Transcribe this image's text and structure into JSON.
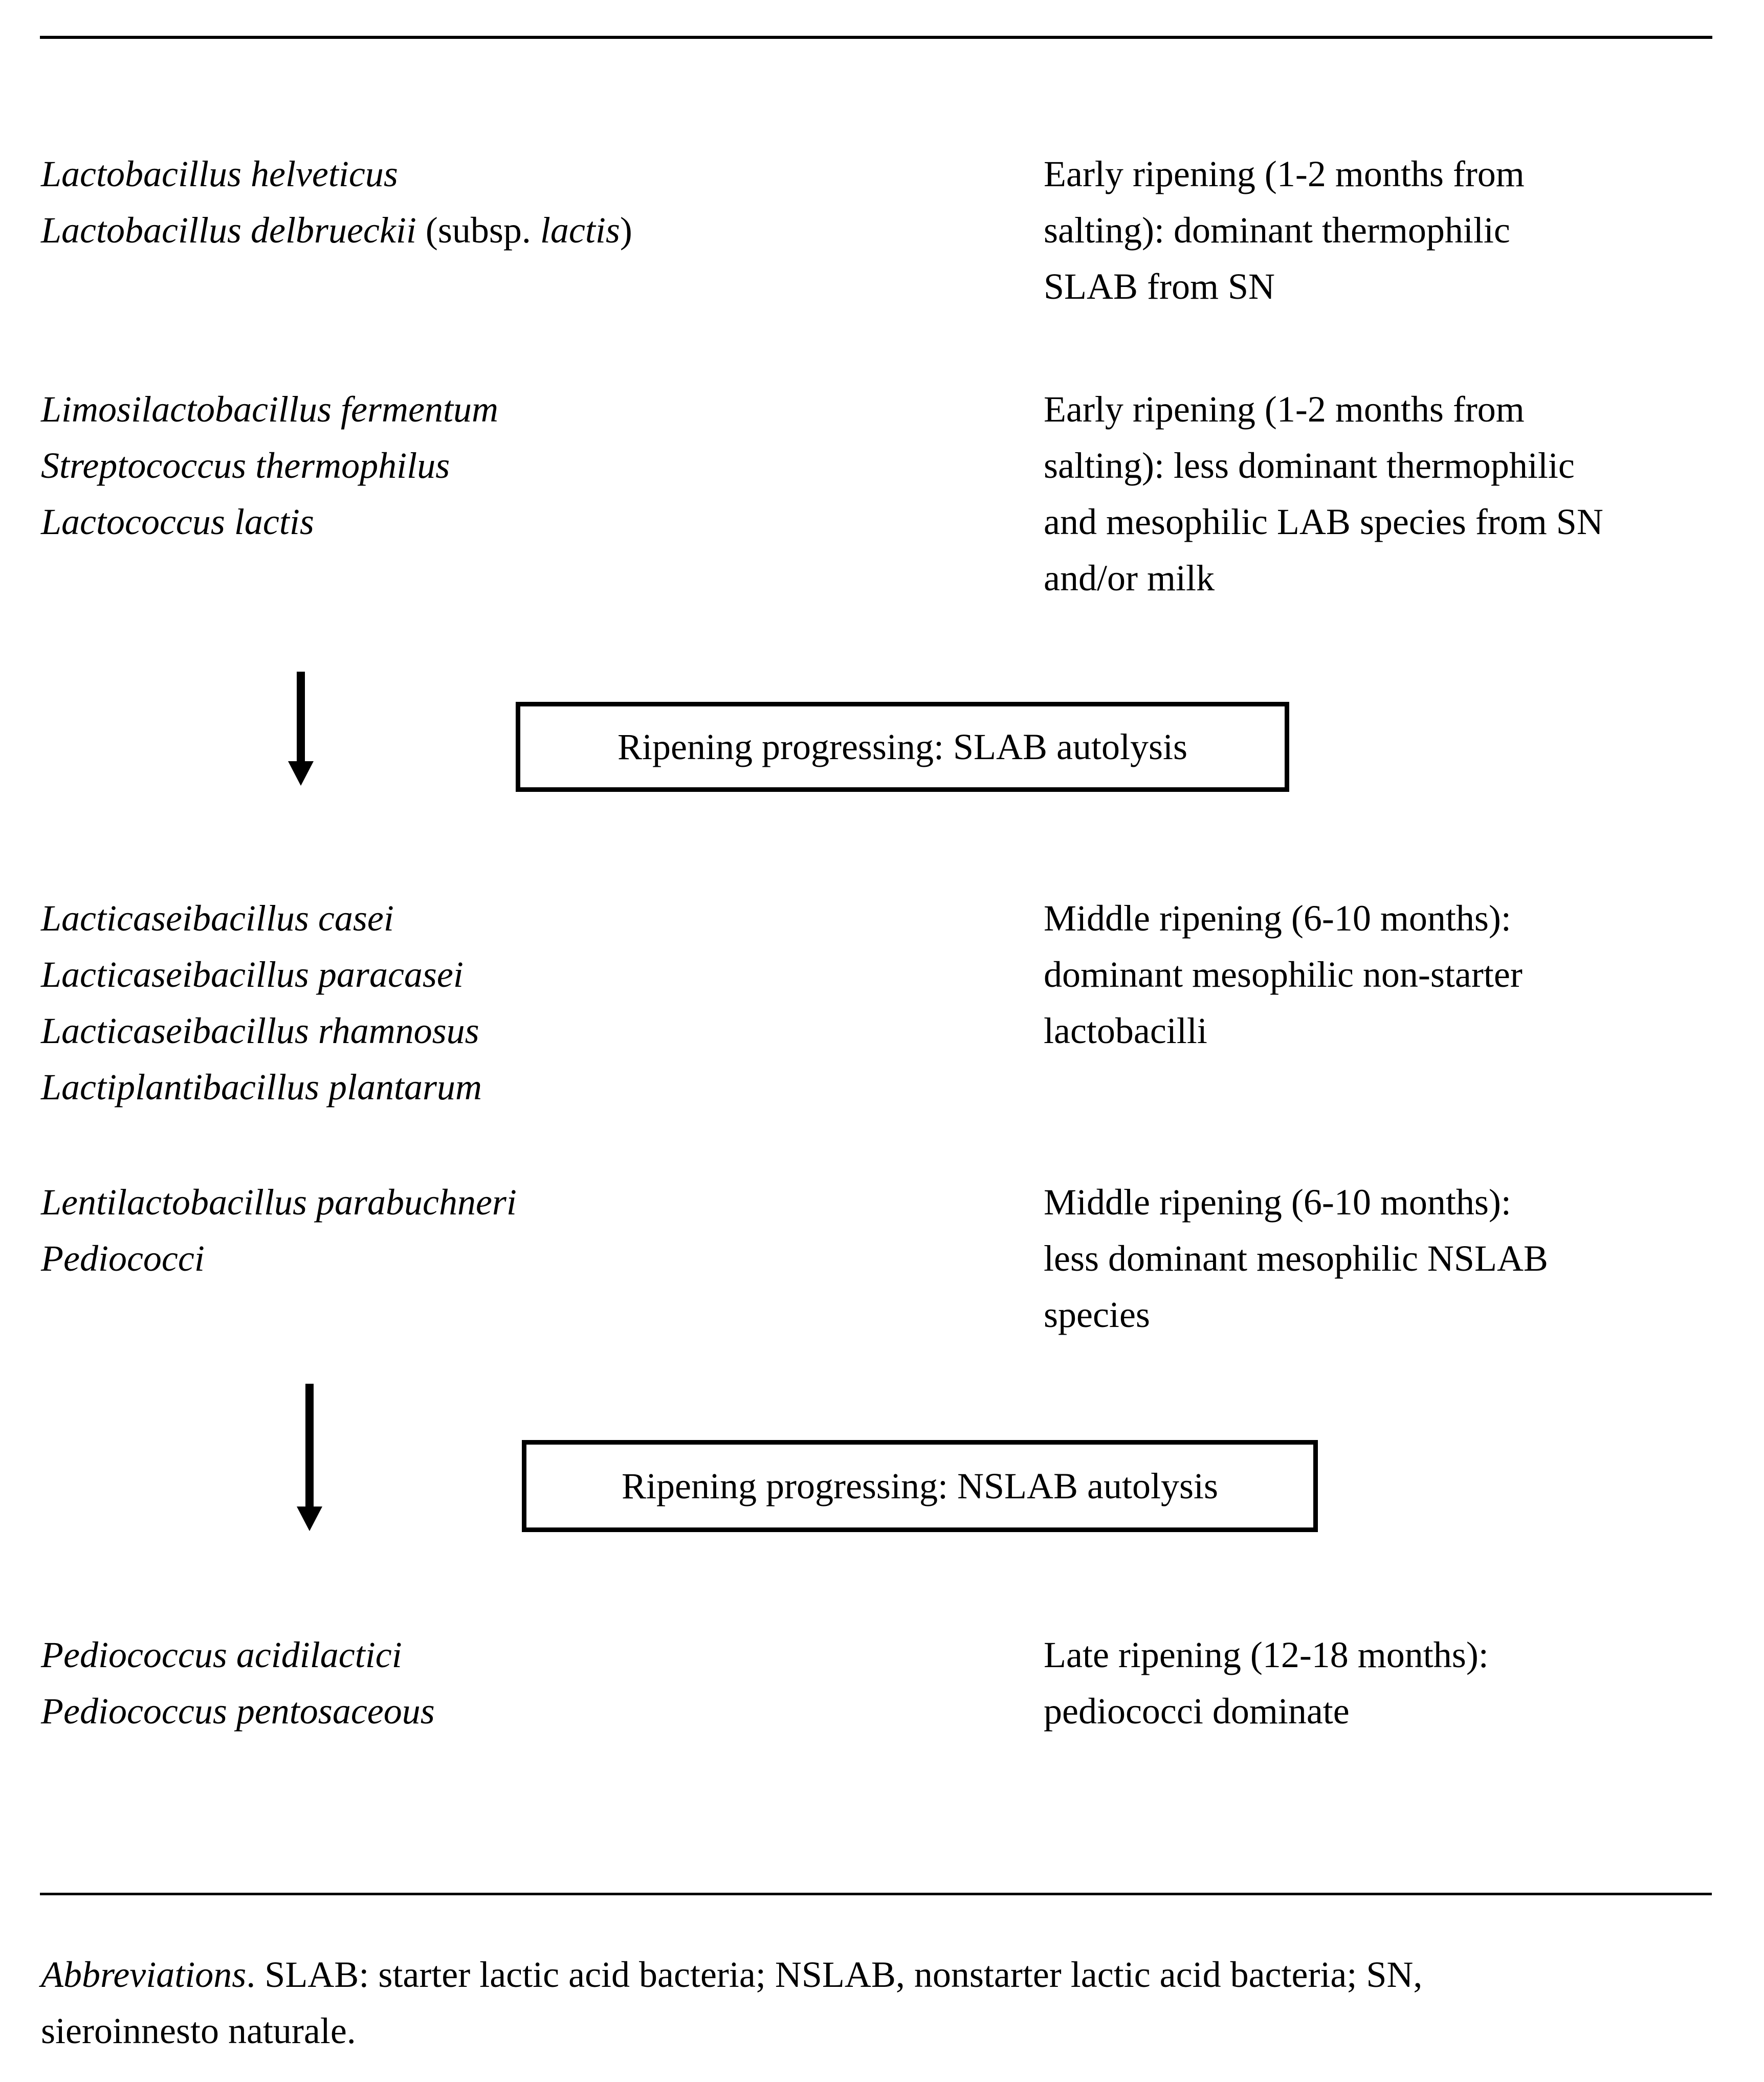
{
  "page": {
    "background_color": "#ffffff",
    "text_color": "#000000",
    "rule_color": "#000000"
  },
  "rows": [
    {
      "species": [
        [
          {
            "t": "Lactobacillus helveticus",
            "i": true
          }
        ],
        [
          {
            "t": "Lactobacillus delbrueckii ",
            "i": true
          },
          {
            "t": "(subsp. ",
            "i": false
          },
          {
            "t": "lactis",
            "i": true
          },
          {
            "t": ")",
            "i": false
          }
        ]
      ],
      "stage": [
        "Early ripening (1-2 months from",
        "salting): dominant thermophilic",
        "SLAB from SN"
      ]
    },
    {
      "species": [
        [
          {
            "t": "Limosilactobacillus fermentum",
            "i": true
          }
        ],
        [
          {
            "t": "Streptococcus thermophilus",
            "i": true
          }
        ],
        [
          {
            "t": "Lactococcus lactis",
            "i": true
          }
        ]
      ],
      "stage": [
        "Early ripening (1-2 months from",
        "salting): less dominant thermophilic",
        "and mesophilic LAB species from SN",
        "and/or milk"
      ]
    },
    {
      "species": [
        [
          {
            "t": "Lacticaseibacillus casei",
            "i": true
          }
        ],
        [
          {
            "t": "Lacticaseibacillus paracasei",
            "i": true
          }
        ],
        [
          {
            "t": "Lacticaseibacillus rhamnosus",
            "i": true
          }
        ],
        [
          {
            "t": "Lactiplantibacillus plantarum",
            "i": true
          }
        ]
      ],
      "stage": [
        "Middle ripening (6-10 months):",
        "dominant mesophilic non-starter",
        "lactobacilli"
      ]
    },
    {
      "species": [
        [
          {
            "t": "Lentilactobacillus parabuchneri",
            "i": true
          }
        ],
        [
          {
            "t": "Pediococci",
            "i": true
          }
        ]
      ],
      "stage": [
        "Middle ripening (6-10 months):",
        "less dominant mesophilic NSLAB",
        "species"
      ]
    },
    {
      "species": [
        [
          {
            "t": "Pediococcus acidilactici",
            "i": true
          }
        ],
        [
          {
            "t": "Pediococcus pentosaceous",
            "i": true
          }
        ]
      ],
      "stage": [
        "Late ripening (12-18 months):",
        "pediococci dominate"
      ]
    }
  ],
  "boxes": [
    {
      "label": "Ripening progressing: SLAB autolysis"
    },
    {
      "label": "Ripening progressing: NSLAB autolysis"
    }
  ],
  "arrows": [
    {
      "name": "down-arrow"
    },
    {
      "name": "down-arrow"
    }
  ],
  "footnote": {
    "lines": [
      [
        {
          "t": "Abbreviations",
          "i": true
        },
        {
          "t": ". SLAB: starter lactic acid bacteria; NSLAB, nonstarter lactic acid bacteria; SN,",
          "i": false
        }
      ],
      [
        {
          "t": "sieroinnesto naturale.",
          "i": false
        }
      ]
    ]
  }
}
